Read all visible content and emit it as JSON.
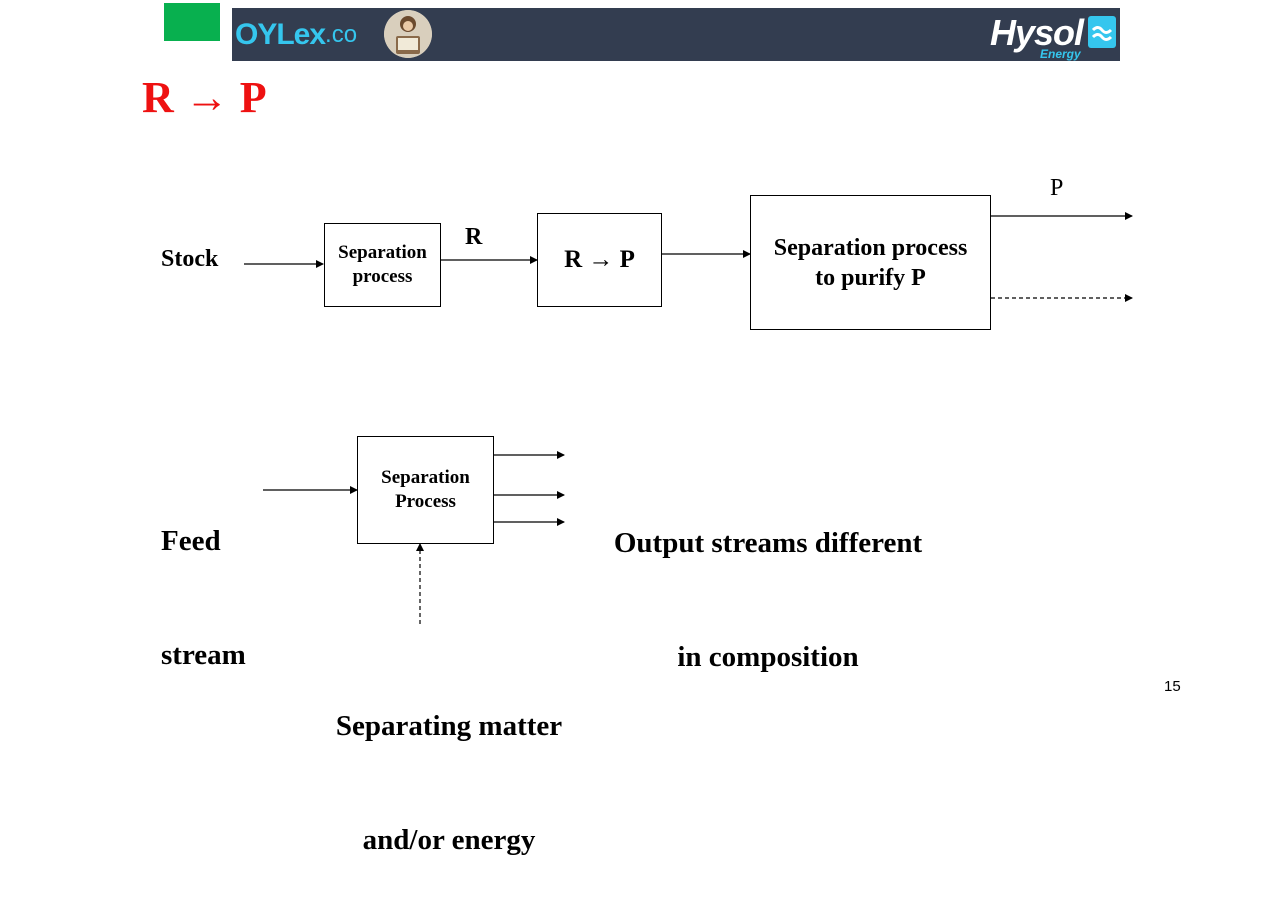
{
  "header": {
    "left_brand_main": "OYLex",
    "left_brand_suffix": ".co",
    "right_brand_main": "Hysol",
    "right_brand_sub": "Energy"
  },
  "slide": {
    "title": "R → P",
    "page_number": "15"
  },
  "diagram1": {
    "input_label": "Stock",
    "box1": [
      "Separation",
      "process"
    ],
    "stream_label_r": "R",
    "box2": "R → P",
    "box3": [
      "Separation process",
      "to purify P"
    ],
    "output_label_p": "P"
  },
  "diagram2": {
    "input_label": [
      "Feed",
      "stream"
    ],
    "box": [
      "Separation",
      "Process"
    ],
    "output_label": [
      "Output streams different",
      "in composition"
    ],
    "agent_label": [
      "Separating matter",
      "and/or energy"
    ]
  },
  "colors": {
    "title_red": "#ee1111",
    "banner_bg": "#333d50",
    "brand_cyan": "#35c6ee",
    "green_square": "#08b04f"
  }
}
